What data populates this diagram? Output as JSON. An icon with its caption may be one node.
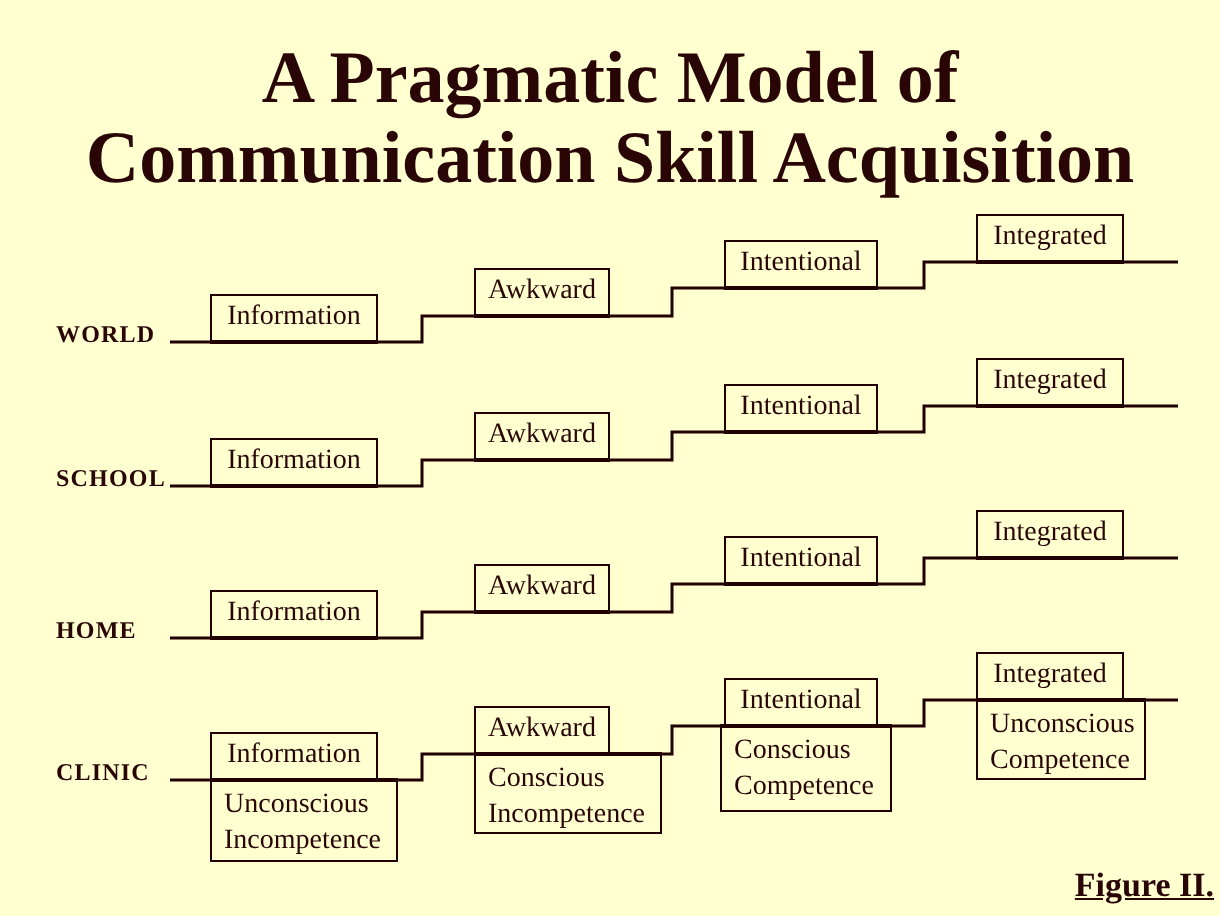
{
  "diagram": {
    "title": "A Pragmatic Model of Communication Skill Acquisition",
    "caption": "Figure II.",
    "nodes": [
      {
        "text": [
          "WORLD"
        ]
      },
      {
        "text": [
          "Information"
        ]
      },
      {
        "text": [
          "Awkward"
        ]
      },
      {
        "text": [
          "Intentional"
        ]
      },
      {
        "text": [
          "Integrated"
        ]
      },
      {
        "text": [
          "SCHOOL"
        ]
      },
      {
        "text": [
          "Information"
        ]
      },
      {
        "text": [
          "Awkward"
        ]
      },
      {
        "text": [
          "Intentional"
        ]
      },
      {
        "text": [
          "Integrated"
        ]
      },
      {
        "text": [
          "HOME"
        ]
      },
      {
        "text": [
          "Information"
        ]
      },
      {
        "text": [
          "Awkward"
        ]
      },
      {
        "text": [
          "Intentional"
        ]
      },
      {
        "text": [
          "Integrated"
        ]
      },
      {
        "text": [
          "CLINIC"
        ]
      },
      {
        "text": [
          "Information"
        ]
      },
      {
        "text": [
          "Unconscious Incompetence"
        ]
      },
      {
        "text": [
          "Awkward"
        ]
      },
      {
        "text": [
          "Conscious Incompetence"
        ]
      },
      {
        "text": [
          "Intentional"
        ]
      },
      {
        "text": [
          "Conscious Competence"
        ]
      },
      {
        "text": [
          "Integrated"
        ]
      },
      {
        "text": [
          "Unconscious Competence"
        ]
      }
    ],
    "edges": [
      {
        "from": 0,
        "to": 1,
        "arrow": "none"
      },
      {
        "from": 1,
        "to": 2,
        "arrow": "none"
      },
      {
        "from": 2,
        "to": 3,
        "arrow": "none"
      },
      {
        "from": 3,
        "to": 4,
        "arrow": "none"
      },
      {
        "from": 4,
        "to": null,
        "arrow": "none"
      },
      {
        "from": 5,
        "to": 6,
        "arrow": "none"
      },
      {
        "from": 6,
        "to": 7,
        "arrow": "none"
      },
      {
        "from": 7,
        "to": 8,
        "arrow": "none"
      },
      {
        "from": 8,
        "to": 9,
        "arrow": "none"
      },
      {
        "from": 9,
        "to": null,
        "arrow": "none"
      },
      {
        "from": 10,
        "to": 11,
        "arrow": "none"
      },
      {
        "from": 11,
        "to": 12,
        "arrow": "none"
      },
      {
        "from": 12,
        "to": 13,
        "arrow": "none"
      },
      {
        "from": 13,
        "to": 14,
        "arrow": "none"
      },
      {
        "from": 14,
        "to": null,
        "arrow": "none"
      },
      {
        "from": 15,
        "to": 16,
        "arrow": "none"
      },
      {
        "from": 16,
        "to": 18,
        "arrow": "none"
      },
      {
        "from": 18,
        "to": 20,
        "arrow": "none"
      },
      {
        "from": 20,
        "to": 22,
        "arrow": "none"
      },
      {
        "from": 22,
        "to": null,
        "arrow": "none"
      }
    ]
  }
}
